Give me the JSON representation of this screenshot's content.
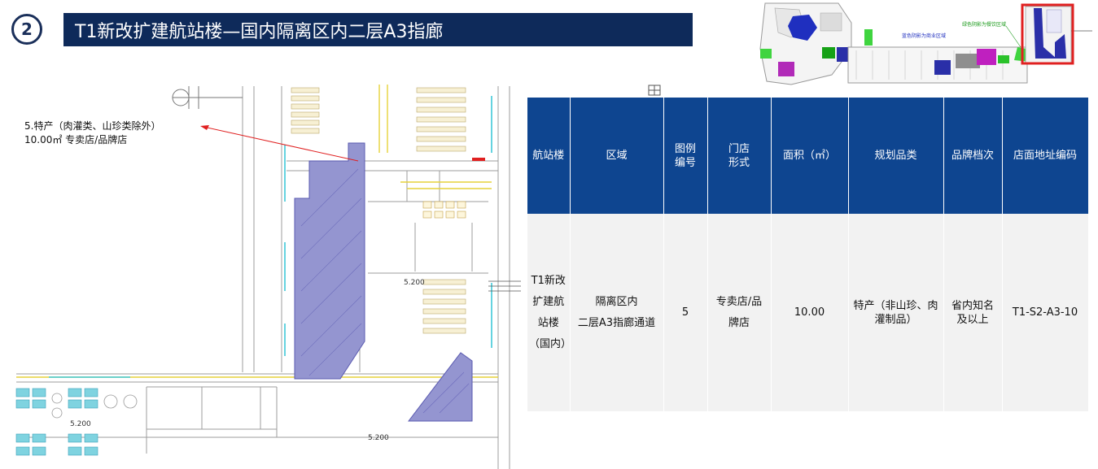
{
  "header": {
    "badge_number": "2",
    "title": "T1新改扩建航站楼—国内隔离区内二层A3指廊"
  },
  "minimap": {
    "label_blue": "蓝色阴影为商业区域",
    "label_green": "绿色阴影为餐饮区域"
  },
  "plan": {
    "elevation_1": "5.200",
    "elevation_2": "5.200",
    "elevation_3": "5.200"
  },
  "annotation": {
    "line1": "5.特产（肉灌类、山珍类除外）",
    "line2": "10.00㎡ 专卖店/品牌店"
  },
  "table": {
    "headers": [
      "航站楼",
      "区域",
      "图例\n编号",
      "门店\n形式",
      "面积（㎡）",
      "规划品类",
      "品牌档次",
      "店面地址编码"
    ],
    "rows": [
      [
        "T1新改\n扩建航\n站楼\n（国内）",
        "隔离区内\n二层A3指廊通道",
        "5",
        "专卖店/品\n牌店",
        "10.00",
        "特产（非山珍、肉\n灌制品）",
        "省内知名\n及以上",
        "T1-S2-A3-10"
      ]
    ]
  },
  "colors": {
    "title_bg": "#0e2a5a",
    "table_header_bg": "#0e4590",
    "table_body_bg": "#f2f2f2",
    "highlight_red": "#e02020",
    "zone_purple": "#8f90cc"
  }
}
